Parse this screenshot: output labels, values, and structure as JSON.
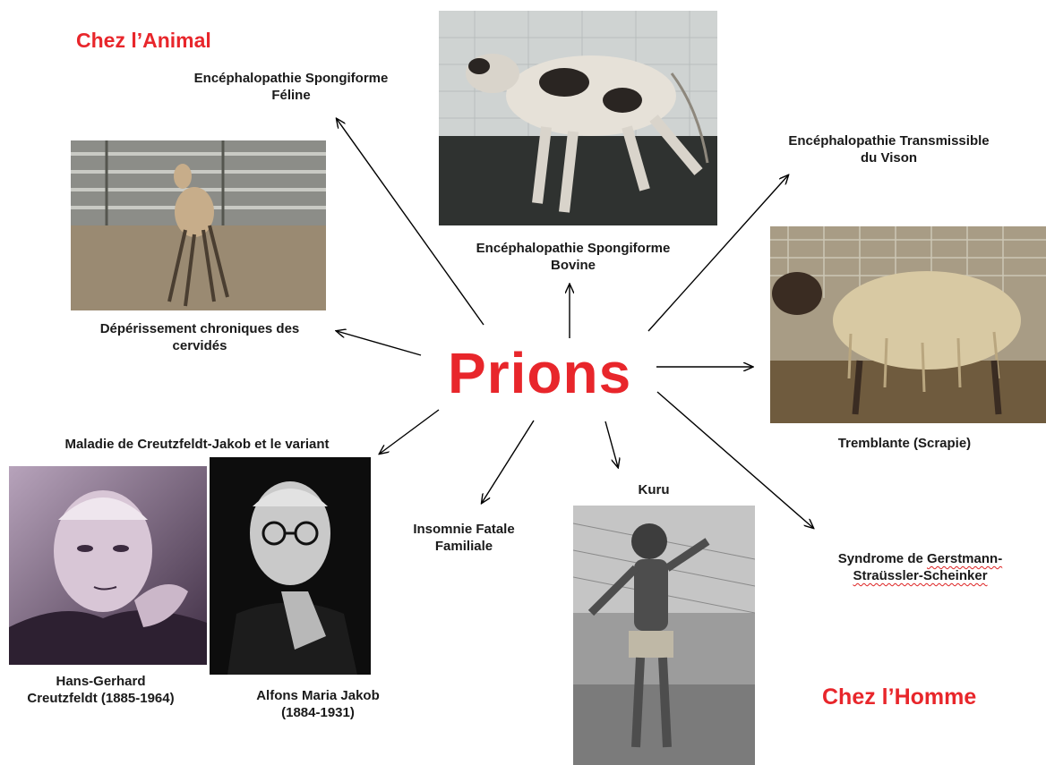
{
  "center": "Prions",
  "group_animal": "Chez l’Animal",
  "group_human": "Chez l’Homme",
  "labels": {
    "feline_l1": "Encéphalopathie Spongiforme",
    "feline_l2": "Féline",
    "bovine_l1": "Encéphalopathie Spongiforme",
    "bovine_l2": "Bovine",
    "vison_l1": "Encéphalopathie Transmissible",
    "vison_l2": "du Vison",
    "cervides_l1": "Dépérissement chroniques des",
    "cervides_l2": "cervidés",
    "scrapie": "Tremblante (Scrapie)",
    "cjd": "Maladie de Creutzfeldt-Jakob et le variant",
    "iff_l1": "Insomnie Fatale",
    "iff_l2": "Familiale",
    "kuru": "Kuru",
    "gss_l1_a": "Syndrome de ",
    "gss_l1_b": "Gerstmann-",
    "gss_l2": "Straüssler-Scheinker",
    "creutzfeldt_l1": "Hans-Gerhard",
    "creutzfeldt_l2": "Creutzfeldt (1885-1964)",
    "jakob_l1": "Alfons Maria Jakob",
    "jakob_l2": "(1884-1931)"
  },
  "colors": {
    "accent": "#e8262b",
    "text": "#1a1a1a",
    "arrow": "#000000"
  }
}
